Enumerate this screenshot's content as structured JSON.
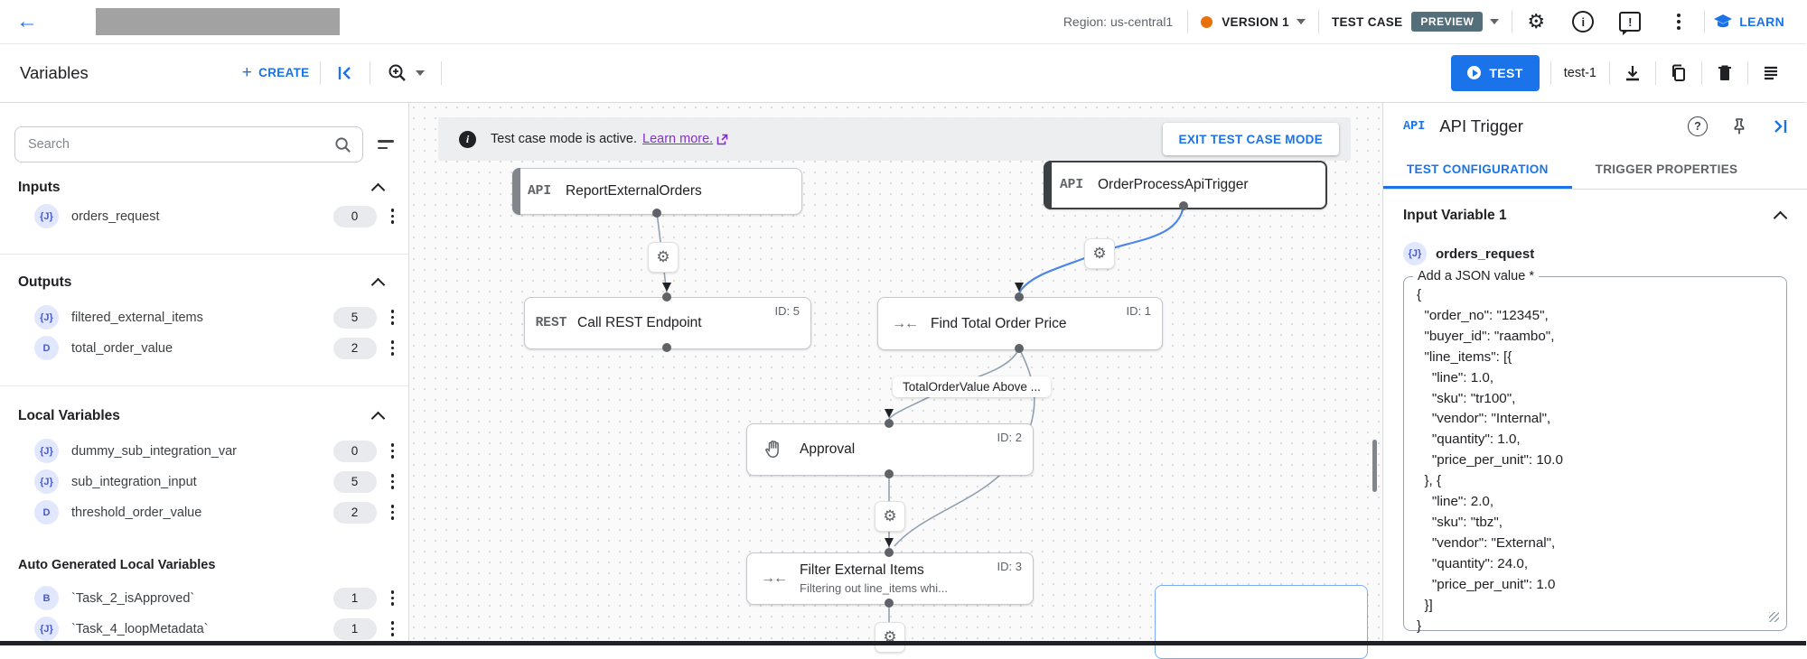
{
  "header": {
    "region": "Region: us-central1",
    "version_label": "VERSION 1",
    "test_case_label": "TEST CASE",
    "preview_badge": "PREVIEW",
    "learn_label": "LEARN"
  },
  "toolbar": {
    "variables_title": "Variables",
    "create_label": "CREATE",
    "test_label": "TEST",
    "test_name": "test-1"
  },
  "sidebar": {
    "search_placeholder": "Search",
    "sections": [
      {
        "title": "Inputs",
        "rows": [
          {
            "type": "{J}",
            "name": "orders_request",
            "count": "0"
          }
        ]
      },
      {
        "title": "Outputs",
        "rows": [
          {
            "type": "{J}",
            "name": "filtered_external_items",
            "count": "5"
          },
          {
            "type": "D",
            "name": "total_order_value",
            "count": "2"
          }
        ]
      },
      {
        "title": "Local Variables",
        "rows": [
          {
            "type": "{J}",
            "name": "dummy_sub_integration_var",
            "count": "0"
          },
          {
            "type": "{J}",
            "name": "sub_integration_input",
            "count": "5"
          },
          {
            "type": "D",
            "name": "threshold_order_value",
            "count": "2"
          }
        ]
      },
      {
        "title": "Auto Generated Local Variables",
        "rows": [
          {
            "type": "B",
            "name": "`Task_2_isApproved`",
            "count": "1"
          },
          {
            "type": "{J}",
            "name": "`Task_4_loopMetadata`",
            "count": "1"
          }
        ]
      }
    ]
  },
  "canvas": {
    "banner": {
      "message": "Test case mode is active.",
      "link_label": "Learn more.",
      "exit_label": "EXIT TEST CASE MODE"
    },
    "edge_label": "TotalOrderValue Above ...",
    "nodes": [
      {
        "badge": "API",
        "title": "ReportExternalOrders"
      },
      {
        "badge": "API",
        "title": "OrderProcessApiTrigger"
      },
      {
        "badge": "REST",
        "title": "Call REST Endpoint",
        "id": "ID: 5"
      },
      {
        "badge": "→←",
        "title": "Find Total Order Price",
        "id": "ID: 1"
      },
      {
        "badge": "hand",
        "title": "Approval",
        "id": "ID: 2"
      },
      {
        "badge": "→←",
        "title": "Filter External Items",
        "subtitle": "Filtering out line_items whi...",
        "id": "ID: 3"
      }
    ]
  },
  "panel": {
    "type_badge": "API",
    "title": "API Trigger",
    "tabs": [
      {
        "label": "TEST CONFIGURATION"
      },
      {
        "label": "TRIGGER PROPERTIES"
      }
    ],
    "section_title": "Input Variable 1",
    "var_type": "{J}",
    "var_name": "orders_request",
    "field_label": "Add a JSON value *",
    "json_value": "{\n  \"order_no\": \"12345\",\n  \"buyer_id\": \"raambo\",\n  \"line_items\": [{\n    \"line\": 1.0,\n    \"sku\": \"tr100\",\n    \"vendor\": \"Internal\",\n    \"quantity\": 1.0,\n    \"price_per_unit\": 10.0\n  }, {\n    \"line\": 2.0,\n    \"sku\": \"tbz\",\n    \"vendor\": \"External\",\n    \"quantity\": 24.0,\n    \"price_per_unit\": 1.0\n  }]\n}"
  },
  "colors": {
    "accent_blue": "#1a73e8",
    "version_dot_orange": "#e8710a",
    "preview_chip": "#546e7a",
    "link_purple": "#8430ce",
    "selected_node_border": "#3c4043"
  }
}
